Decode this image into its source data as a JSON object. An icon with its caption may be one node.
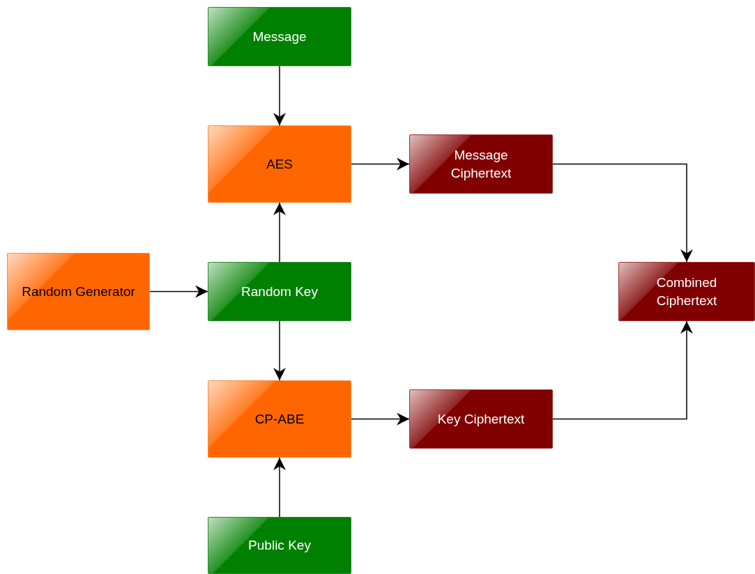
{
  "diagram": {
    "nodes": [
      {
        "text": [
          "Message"
        ]
      },
      {
        "text": [
          "AES"
        ]
      },
      {
        "text": [
          "Message Ciphertext"
        ]
      },
      {
        "text": [
          "Random Generator"
        ]
      },
      {
        "text": [
          "Random Key"
        ]
      },
      {
        "text": [
          "Combined Ciphertext"
        ]
      },
      {
        "text": [
          "CP-ABE"
        ]
      },
      {
        "text": [
          "Key Ciphertext"
        ]
      },
      {
        "text": [
          "Public Key"
        ]
      }
    ],
    "edges": [
      {
        "from": 0,
        "to": 1,
        "arrow": "to"
      },
      {
        "from": 1,
        "to": 2,
        "arrow": "to"
      },
      {
        "from": 4,
        "to": 1,
        "arrow": "to"
      },
      {
        "from": 3,
        "to": 4,
        "arrow": "to"
      },
      {
        "from": 4,
        "to": 6,
        "arrow": "to"
      },
      {
        "from": 6,
        "to": 7,
        "arrow": "to"
      },
      {
        "from": 2,
        "to": 5,
        "arrow": "to"
      },
      {
        "from": 7,
        "to": 5,
        "arrow": "to"
      },
      {
        "from": 8,
        "to": 6,
        "arrow": "to"
      }
    ]
  }
}
